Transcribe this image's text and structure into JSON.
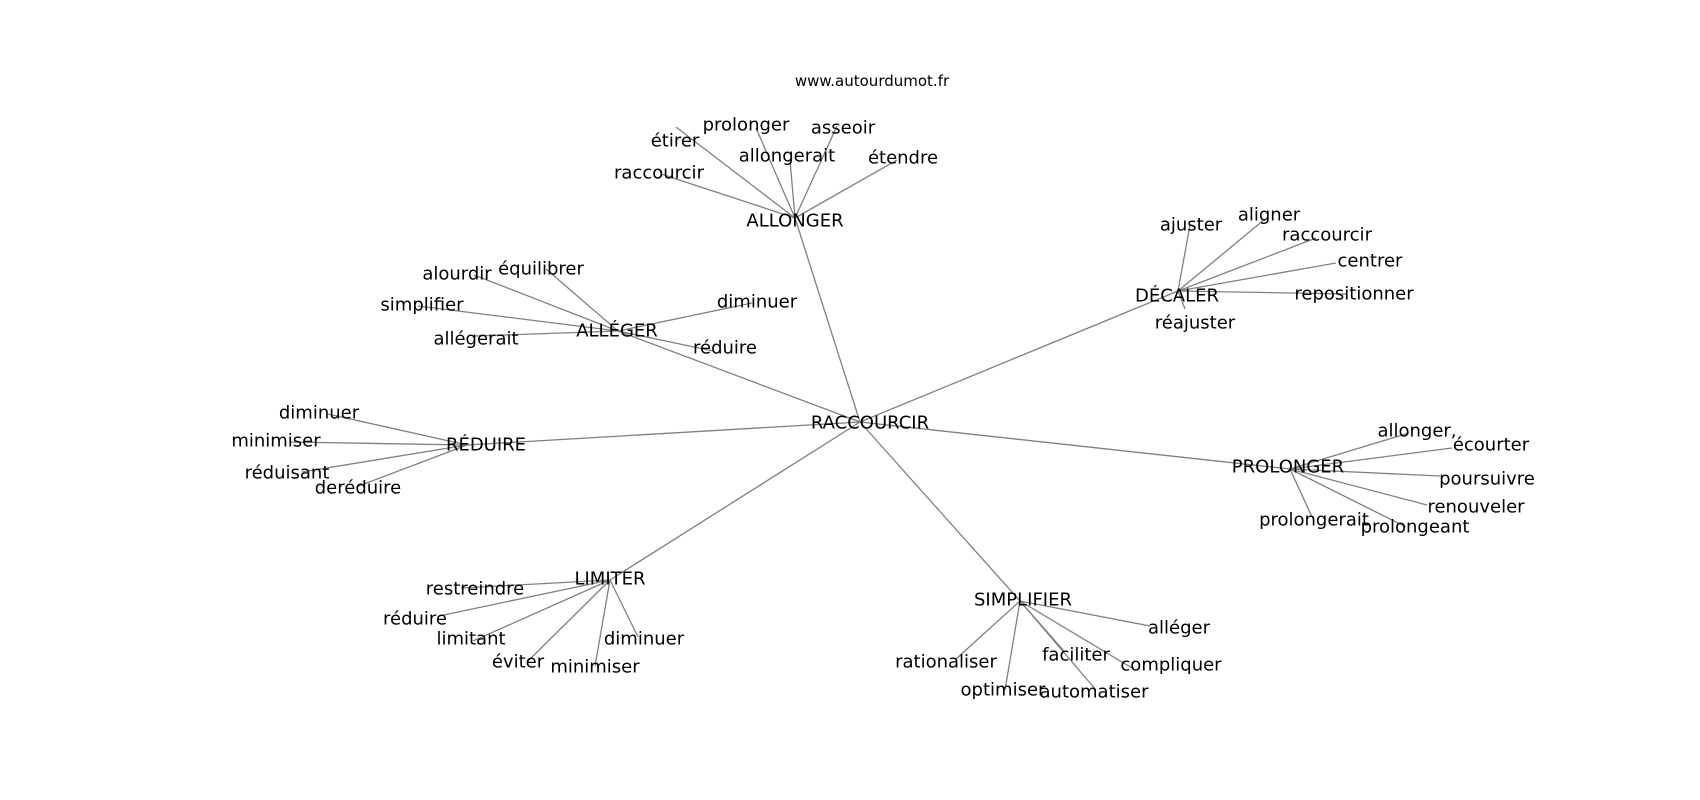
{
  "credit": "www.autourdumot.fr",
  "colors": {
    "edge": "#808080",
    "text": "#000000",
    "background": "#ffffff"
  },
  "center": {
    "id": "c",
    "label": "RACCOURCIR"
  },
  "groups": [
    {
      "id": "g1",
      "label": "ALLONGER",
      "leaves": [
        "étirer",
        "prolonger",
        "asseoir",
        "allongerait",
        "étendre",
        "raccourcir"
      ]
    },
    {
      "id": "g2",
      "label": "DÉCALER",
      "leaves": [
        "ajuster",
        "aligner",
        "raccourcir",
        "centrer",
        "repositionner",
        "réajuster"
      ]
    },
    {
      "id": "g3",
      "label": "ALLÉGER",
      "leaves": [
        "alourdir",
        "équilibrer",
        "simplifier",
        "diminuer",
        "allégerait",
        "réduire"
      ]
    },
    {
      "id": "g4",
      "label": "RÉDUIRE",
      "leaves": [
        "diminuer",
        "minimiser",
        "réduisant",
        "deréduire"
      ]
    },
    {
      "id": "g5",
      "label": "PROLONGER",
      "leaves": [
        "allonger,",
        "écourter",
        "poursuivre",
        "renouveler",
        "prolongerait",
        "prolongeant"
      ]
    },
    {
      "id": "g6",
      "label": "LIMITER",
      "leaves": [
        "restreindre",
        "réduire",
        "limitant",
        "éviter",
        "minimiser",
        "diminuer"
      ]
    },
    {
      "id": "g7",
      "label": "SIMPLIFIER",
      "leaves": [
        "rationaliser",
        "alléger",
        "faciliter",
        "compliquer",
        "optimiser",
        "automatiser"
      ]
    }
  ]
}
